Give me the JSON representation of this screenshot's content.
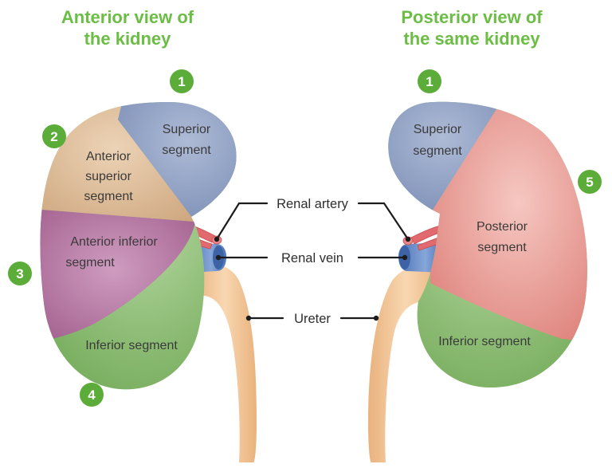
{
  "titles": {
    "anterior": [
      "Anterior view of",
      "the kidney"
    ],
    "posterior": [
      "Posterior view of",
      "the same kidney"
    ]
  },
  "anterior_segments": {
    "superior": [
      "Superior",
      "segment"
    ],
    "anterior_superior": [
      "Anterior",
      "superior",
      "segment"
    ],
    "anterior_inferior": [
      "Anterior inferior",
      "segment"
    ],
    "inferior": [
      "Inferior segment"
    ]
  },
  "posterior_segments": {
    "superior": [
      "Superior",
      "segment"
    ],
    "posterior": [
      "Posterior",
      "segment"
    ],
    "inferior": [
      "Inferior segment"
    ]
  },
  "callouts": {
    "artery": "Renal artery",
    "vein": "Renal vein",
    "ureter": "Ureter"
  },
  "badges": {
    "anterior": [
      "1",
      "2",
      "3",
      "4"
    ],
    "posterior": [
      "1",
      "5"
    ]
  },
  "colors": {
    "title": "#6cbd45",
    "badge": "#5cac3a",
    "superior": "#8a9cc1",
    "anterior_superior": "#d9b692",
    "anterior_inferior": "#b06f9c",
    "inferior": "#7cb363",
    "posterior": "#e38d86",
    "artery": "#e06a6e",
    "vein": "#5f85c4",
    "ureter": "#f0c090"
  }
}
